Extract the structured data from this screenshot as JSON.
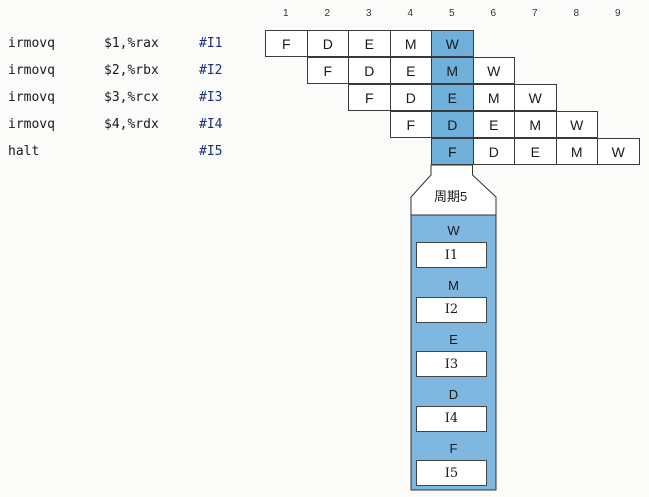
{
  "instructions": [
    {
      "op": "irmovq",
      "args": "$1,%rax",
      "tag": "#I1"
    },
    {
      "op": "irmovq",
      "args": "$2,%rbx",
      "tag": "#I2"
    },
    {
      "op": "irmovq",
      "args": "$3,%rcx",
      "tag": "#I3"
    },
    {
      "op": "irmovq",
      "args": "$4,%rdx",
      "tag": "#I4"
    },
    {
      "op": "halt",
      "args": "",
      "tag": "#I5"
    }
  ],
  "cycles": [
    "1",
    "2",
    "3",
    "4",
    "5",
    "6",
    "7",
    "8",
    "9"
  ],
  "stages": [
    "F",
    "D",
    "E",
    "M",
    "W"
  ],
  "highlight_cycle": 5,
  "popup": {
    "title": "周期5",
    "rows": [
      {
        "stage": "W",
        "instr": "I1"
      },
      {
        "stage": "M",
        "instr": "I2"
      },
      {
        "stage": "E",
        "instr": "I3"
      },
      {
        "stage": "D",
        "instr": "I4"
      },
      {
        "stage": "F",
        "instr": "I5"
      }
    ]
  },
  "colors": {
    "highlight": "#6fb0db",
    "popup_fill": "#7fb7e0",
    "tag_text": "#1c2c80"
  }
}
